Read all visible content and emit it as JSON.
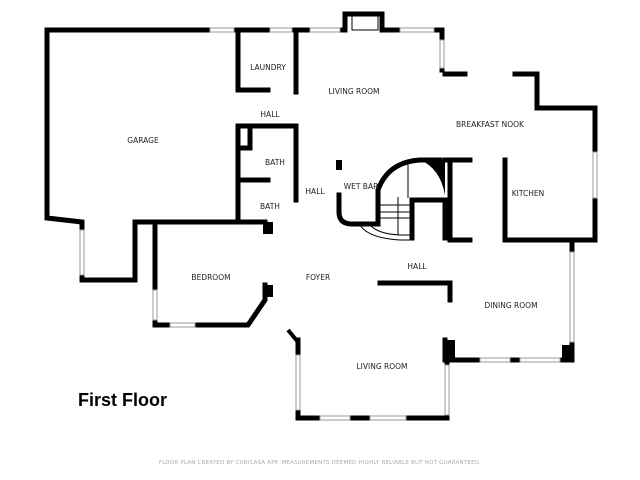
{
  "floor_title": "First Floor",
  "footer": "FLOOR PLAN CREATED BY CUBICASA APP. MEASUREMENTS DEEMED HIGHLY RELIABLE BUT NOT GUARANTEED.",
  "rooms": {
    "garage": "GARAGE",
    "laundry": "LAUNDRY",
    "hall_top": "HALL",
    "living_room_top": "LIVING ROOM",
    "bath_1": "BATH",
    "bath_2": "BATH",
    "hall_mid": "HALL",
    "wet_bar": "WET BAR",
    "breakfast_nook": "BREAKFAST NOOK",
    "kitchen": "KITCHEN",
    "bedroom": "BEDROOM",
    "foyer": "FOYER",
    "hall_bottom": "HALL",
    "dining_room": "DINING ROOM",
    "living_room_bottom": "LIVING ROOM"
  }
}
